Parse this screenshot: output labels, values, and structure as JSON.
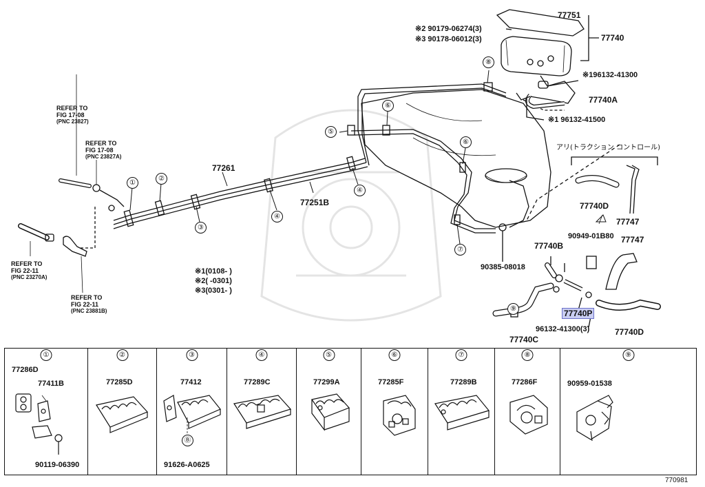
{
  "diagram": {
    "ref_notes": [
      {
        "id": "ref-fig-17-08-a",
        "lines": [
          "REFER TO",
          "FIG 17-08",
          "(PNC 23827)"
        ]
      },
      {
        "id": "ref-fig-17-08-b",
        "lines": [
          "REFER TO",
          "FIG 17-08",
          "(PNC 23827A)"
        ]
      },
      {
        "id": "ref-fig-22-11-a",
        "lines": [
          "REFER TO",
          "FIG 22-11",
          "(PNC 23270A)"
        ]
      },
      {
        "id": "ref-fig-22-11-b",
        "lines": [
          "REFER TO",
          "FIG 22-11",
          "(PNC 23881B)"
        ]
      }
    ],
    "parts": {
      "p77751": "77751",
      "p77740": "77740",
      "p90179": "※2 90179-06274(3)",
      "p90178": "※3 90178-06012(3)",
      "p196132": "※196132-41300",
      "p77740A": "77740A",
      "p96132_41500": "※1  96132-41500",
      "traction_note": "アリ(トラクション コントロール)",
      "p77261": "77261",
      "p77251B": "77251B",
      "p77740D_top": "77740D",
      "p77747_top": "77747",
      "p90949": "90949-01B80",
      "p77747_mid": "77747",
      "p77740B": "77740B",
      "p90385": "90385-08018",
      "p77740P": "77740P",
      "p96132_41300_3": "96132-41300(3)",
      "p77740C": "77740C",
      "p77740D_bot": "77740D"
    },
    "callouts": [
      "①",
      "②",
      "③",
      "④",
      "⑤",
      "⑥",
      "⑦",
      "⑧",
      "⑨"
    ],
    "date_notes": [
      "※1(0108-          )",
      "※2(          -0301)",
      "※3(0301-          )"
    ],
    "figure_code": "770981"
  },
  "legend": [
    {
      "mark": "①",
      "parts": [
        "77286D",
        "77411B",
        "90119-06390"
      ]
    },
    {
      "mark": "②",
      "parts": [
        "77285D"
      ]
    },
    {
      "mark": "③",
      "parts": [
        "77412",
        "Ⓑ",
        "91626-A0625"
      ]
    },
    {
      "mark": "④",
      "parts": [
        "77289C"
      ]
    },
    {
      "mark": "⑤",
      "parts": [
        "77299A"
      ]
    },
    {
      "mark": "⑥",
      "parts": [
        "77285F"
      ]
    },
    {
      "mark": "⑦",
      "parts": [
        "77289B"
      ]
    },
    {
      "mark": "⑧",
      "parts": [
        "77286F"
      ]
    },
    {
      "mark": "⑨",
      "parts": [
        "90959-01538"
      ]
    }
  ]
}
